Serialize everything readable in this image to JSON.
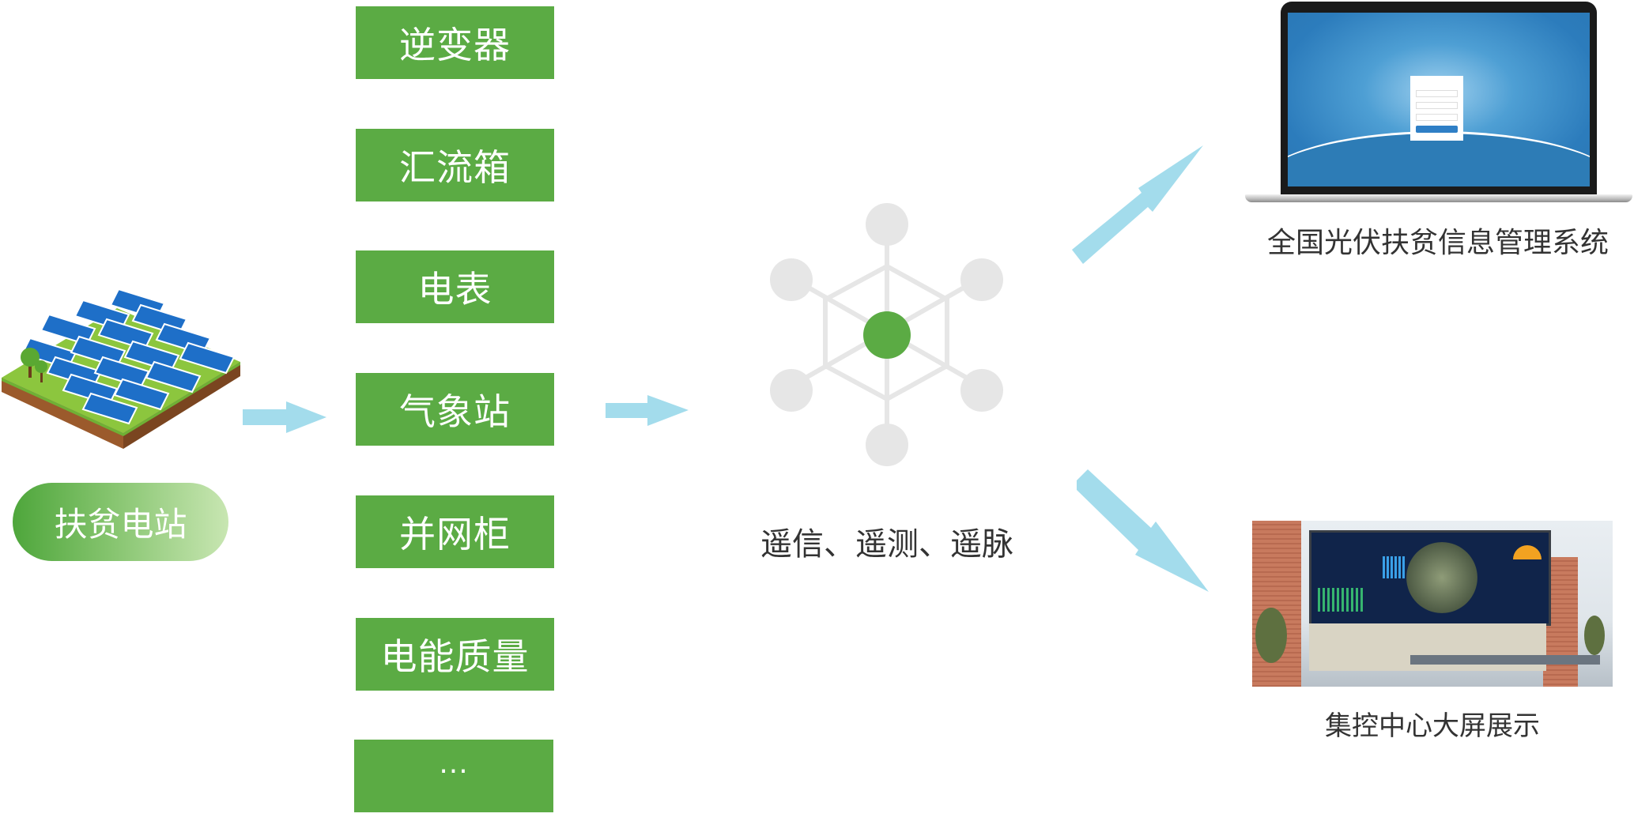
{
  "station": {
    "label": "扶贫电站",
    "icon": "solar-farm-icon"
  },
  "devices": [
    {
      "label": "逆变器"
    },
    {
      "label": "汇流箱"
    },
    {
      "label": "电表"
    },
    {
      "label": "气象站"
    },
    {
      "label": "并网柜"
    },
    {
      "label": "电能质量"
    },
    {
      "label": "···"
    }
  ],
  "hub": {
    "caption": "遥信、遥测、遥脉",
    "icon": "network-hub-icon"
  },
  "outputs": [
    {
      "label": "全国光伏扶贫信息管理系统",
      "icon": "laptop-login-screen-icon"
    },
    {
      "label": "集控中心大屏展示",
      "icon": "control-center-video-wall-icon"
    }
  ],
  "colors": {
    "green": "#5bab44",
    "arrow": "#a3dcec",
    "node": "#e6e6e6",
    "text": "#333333"
  }
}
